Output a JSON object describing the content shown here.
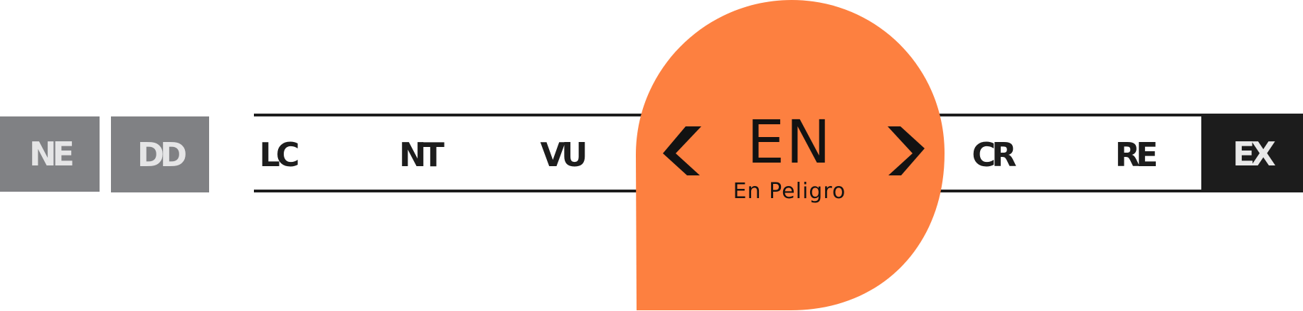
{
  "scale": {
    "categories": [
      {
        "code": "NE"
      },
      {
        "code": "DD"
      },
      {
        "code": "LC"
      },
      {
        "code": "NT"
      },
      {
        "code": "VU"
      },
      {
        "code": "EN"
      },
      {
        "code": "CR"
      },
      {
        "code": "RE"
      },
      {
        "code": "EX"
      }
    ],
    "selected": {
      "code": "EN",
      "label": "En Peligro",
      "color": "#fd8040"
    }
  },
  "colors": {
    "gray_box": "#808184",
    "dark_box": "#1c1c1c",
    "line": "#1d1d1d",
    "selected": "#fd8040"
  },
  "icons": {
    "previous": "chevron-left-icon",
    "next": "chevron-right-icon"
  }
}
